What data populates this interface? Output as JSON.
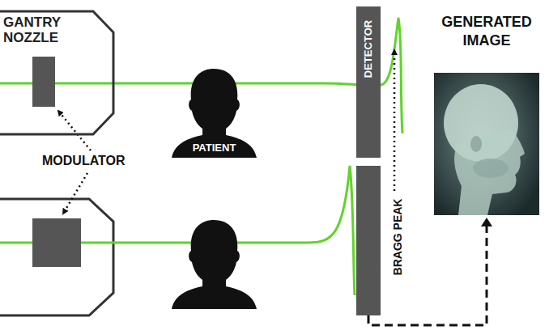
{
  "diagram": {
    "nodes": [
      {
        "text": [
          "GANTRY NOZZLE"
        ]
      },
      {
        "text": [
          "PATIENT"
        ]
      },
      {
        "text": [
          "DETECTOR"
        ]
      },
      {
        "text": [
          "GENERATED IMAGE"
        ]
      }
    ],
    "edges": [
      {
        "from": 2,
        "to": 3,
        "arrow": "to"
      }
    ],
    "labels": [
      "MODULATOR",
      "BRAGG PEAK"
    ]
  }
}
